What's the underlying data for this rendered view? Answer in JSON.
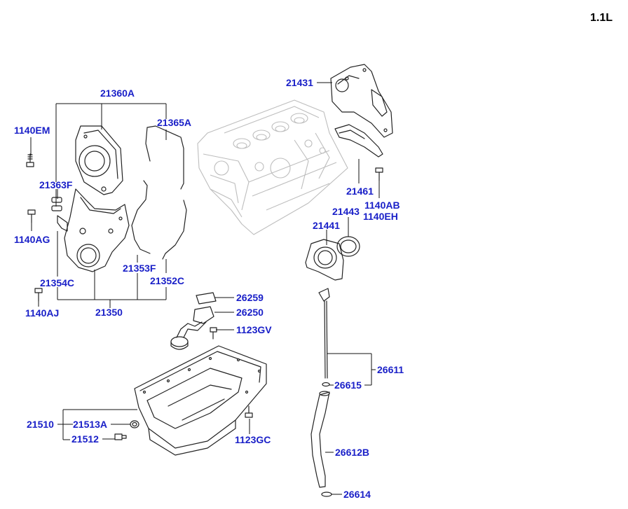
{
  "header": {
    "engine_variant": "1.1L"
  },
  "colors": {
    "label": "#1a20c8",
    "line": "#111111",
    "part_outline": "#222222",
    "block_outline": "#bdbdbd"
  },
  "labels": {
    "p21360A": "21360A",
    "p21365A": "21365A",
    "p1140EM": "1140EM",
    "p21363F": "21363F",
    "p1140AG": "1140AG",
    "p21353F": "21353F",
    "p21354C": "21354C",
    "p21352C": "21352C",
    "p1140AJ": "1140AJ",
    "p21350": "21350",
    "p21431": "21431",
    "p21461": "21461",
    "p1140AB": "1140AB",
    "p1140EH": "1140EH",
    "p21443": "21443",
    "p21441": "21441",
    "p26259": "26259",
    "p26250": "26250",
    "p1123GV": "1123GV",
    "p26611": "26611",
    "p26615": "26615",
    "p21510": "21510",
    "p21513A": "21513A",
    "p21512": "21512",
    "p1123GC": "1123GC",
    "p26612B": "26612B",
    "p26614": "26614"
  }
}
